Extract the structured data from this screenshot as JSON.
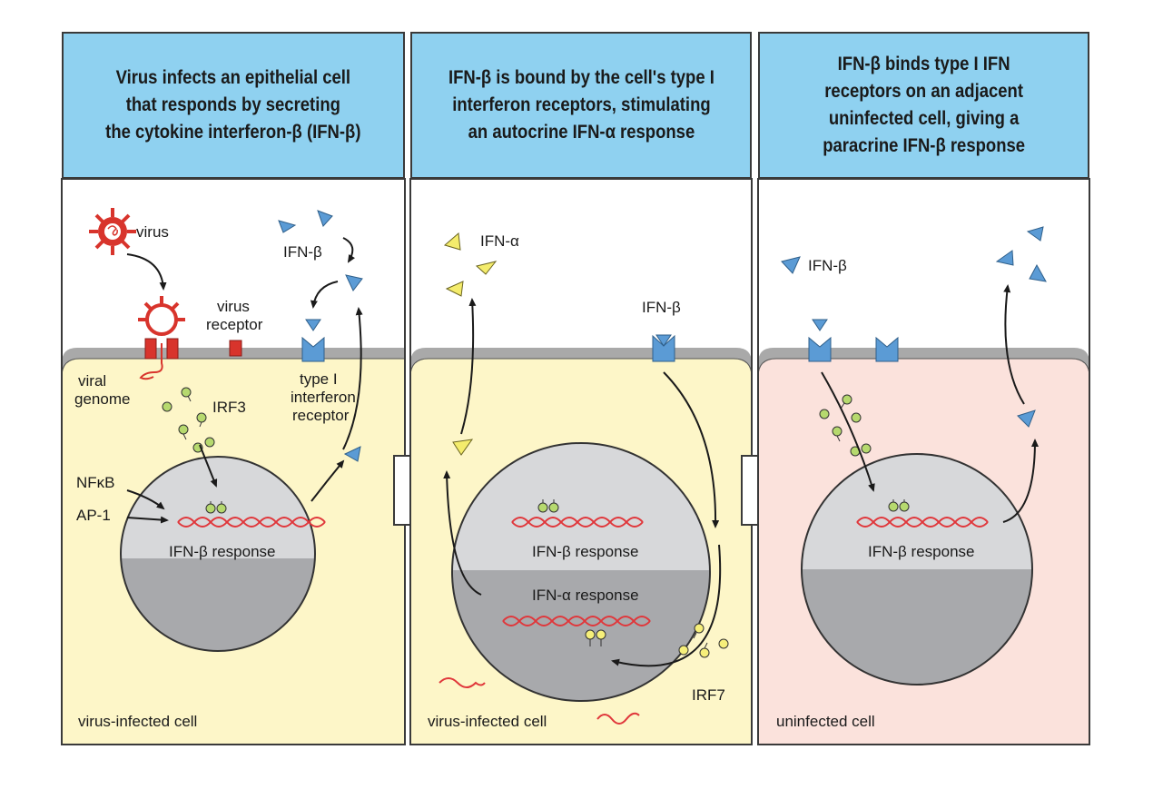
{
  "panels": [
    {
      "title": "Virus infects an epithelial cell\nthat responds by secreting\nthe cytokine interferon-β (IFN-β)",
      "cell_caption": "virus-infected cell",
      "labels": {
        "virus": "virus",
        "ifn_b": "IFN-β",
        "virus_receptor_1": "virus",
        "virus_receptor_2": "receptor",
        "viral_genome_1": "viral",
        "viral_genome_2": "genome",
        "irf3": "IRF3",
        "type1_1": "type I",
        "type1_2": "interferon",
        "type1_3": "receptor",
        "nfkb": "NFκB",
        "ap1": "AP-1",
        "response": "IFN-β response"
      }
    },
    {
      "title": "IFN-β is bound by the cell's type I\ninterferon receptors, stimulating\nan autocrine IFN-α response",
      "cell_caption": "virus-infected cell",
      "labels": {
        "ifn_a": "IFN-α",
        "ifn_b": "IFN-β",
        "response_b": "IFN-β response",
        "response_a": "IFN-α response",
        "irf7": "IRF7"
      }
    },
    {
      "title": "IFN-β binds type I IFN\nreceptors on an adjacent\nuninfected cell, giving a\nparacrine IFN-β response",
      "cell_caption": "uninfected cell",
      "labels": {
        "ifn_b": "IFN-β",
        "response": "IFN-β response"
      }
    }
  ],
  "colors": {
    "header_bg": "#8fd1f0",
    "infected_cell": "#fdf6c8",
    "uninfected_cell": "#fbe2dc",
    "membrane": "#a9a9a9",
    "nucleus_top": "#d7d8da",
    "nucleus_bottom": "#a8a9ac",
    "ifn_beta": "#5b9bd5",
    "ifn_alpha": "#f4ec6c",
    "virus_red": "#d8342c",
    "irf3_green": "#b6d96e",
    "irf7_yellow": "#f6ef7a",
    "dna_red": "#e0373b",
    "arrow": "#1a1a1a"
  },
  "icons": {
    "virus": "virus-icon",
    "ifn_beta": "ifn-beta-triangle-icon",
    "ifn_alpha": "ifn-alpha-triangle-icon",
    "receptor": "type-i-interferon-receptor-icon",
    "virus_receptor": "virus-receptor-icon",
    "transition": "panel-transition-arrow-icon"
  }
}
